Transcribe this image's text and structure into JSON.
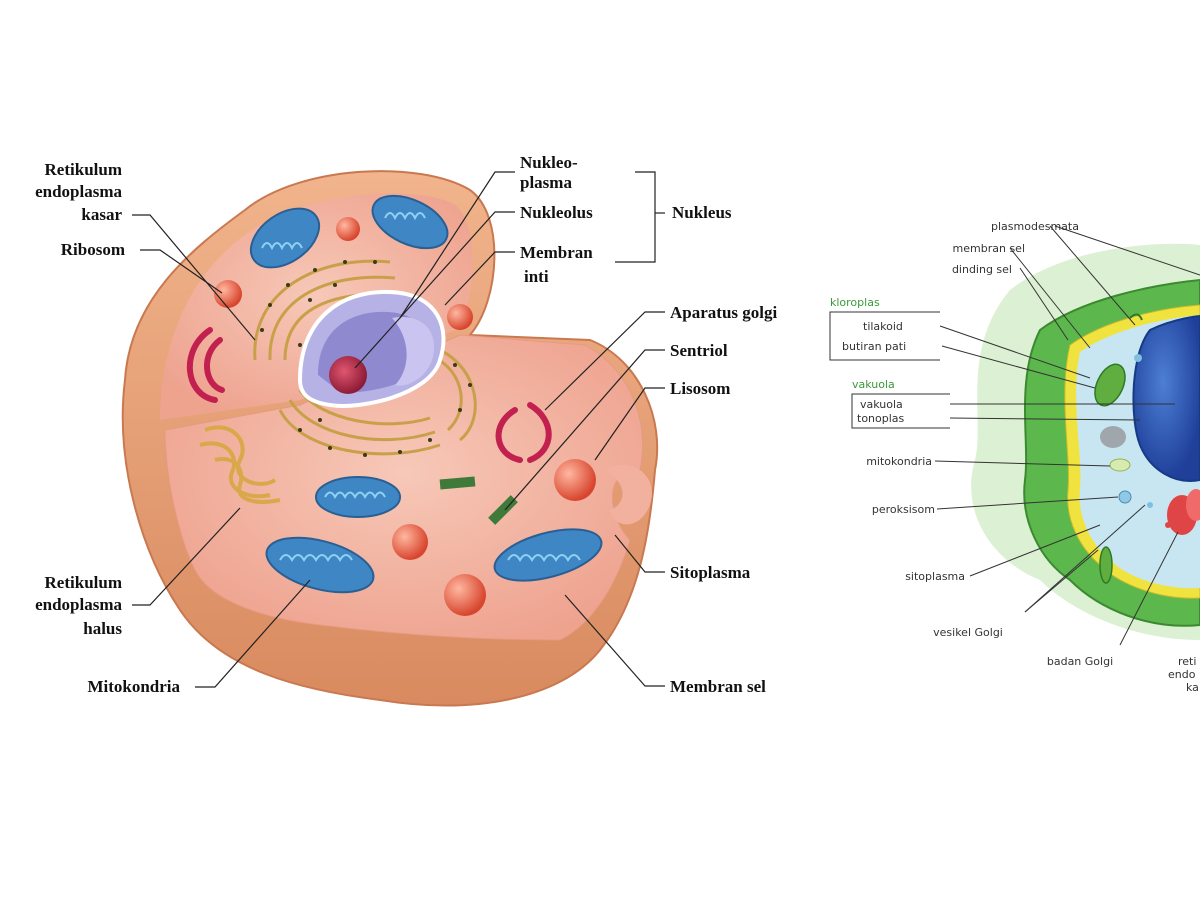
{
  "animal_cell": {
    "labels": {
      "rek_kasar_1": "Retikulum",
      "rek_kasar_2": "endoplasma",
      "rek_kasar_3": "kasar",
      "ribosom": "Ribosom",
      "rek_halus_1": "Retikulum",
      "rek_halus_2": "endoplasma",
      "rek_halus_3": "halus",
      "mitokondria": "Mitokondria",
      "nukleoplasma_1": "Nukleo-",
      "nukleoplasma_2": "plasma",
      "nukleolus": "Nukleolus",
      "membran_inti_1": "Membran",
      "membran_inti_2": "inti",
      "nukleus": "Nukleus",
      "aparatus_golgi": "Aparatus golgi",
      "sentriol": "Sentriol",
      "lisosom": "Lisosom",
      "sitoplasma": "Sitoplasma",
      "membran_sel": "Membran sel"
    }
  },
  "plant_cell": {
    "labels": {
      "plasmodesmata": "plasmodesmata",
      "membran_sel": "membran sel",
      "dinding_sel": "dinding sel",
      "kloroplas": "kloroplas",
      "tilakoid": "tilakoid",
      "butiran_pati": "butiran pati",
      "vakuola_group": "vakuola",
      "vakuola": "vakuola",
      "tonoplas": "tonoplas",
      "mitokondria": "mitokondria",
      "peroksisom": "peroksisom",
      "sitoplasma": "sitoplasma",
      "vesikel_golgi": "vesikel Golgi",
      "badan_golgi": "badan Golgi",
      "reti_1": "reti",
      "reti_2": "endo",
      "reti_3": "ka"
    }
  },
  "colors": {
    "cell_outer": "#e8a57c",
    "cytoplasm": "#f4b9a8",
    "mitochondria": "#3f86c4",
    "nucleus": "#9c97d6",
    "nucleolus": "#b0284a",
    "plant_wall": "#5cb84c",
    "plant_vacuole": "#2f5fb8"
  }
}
